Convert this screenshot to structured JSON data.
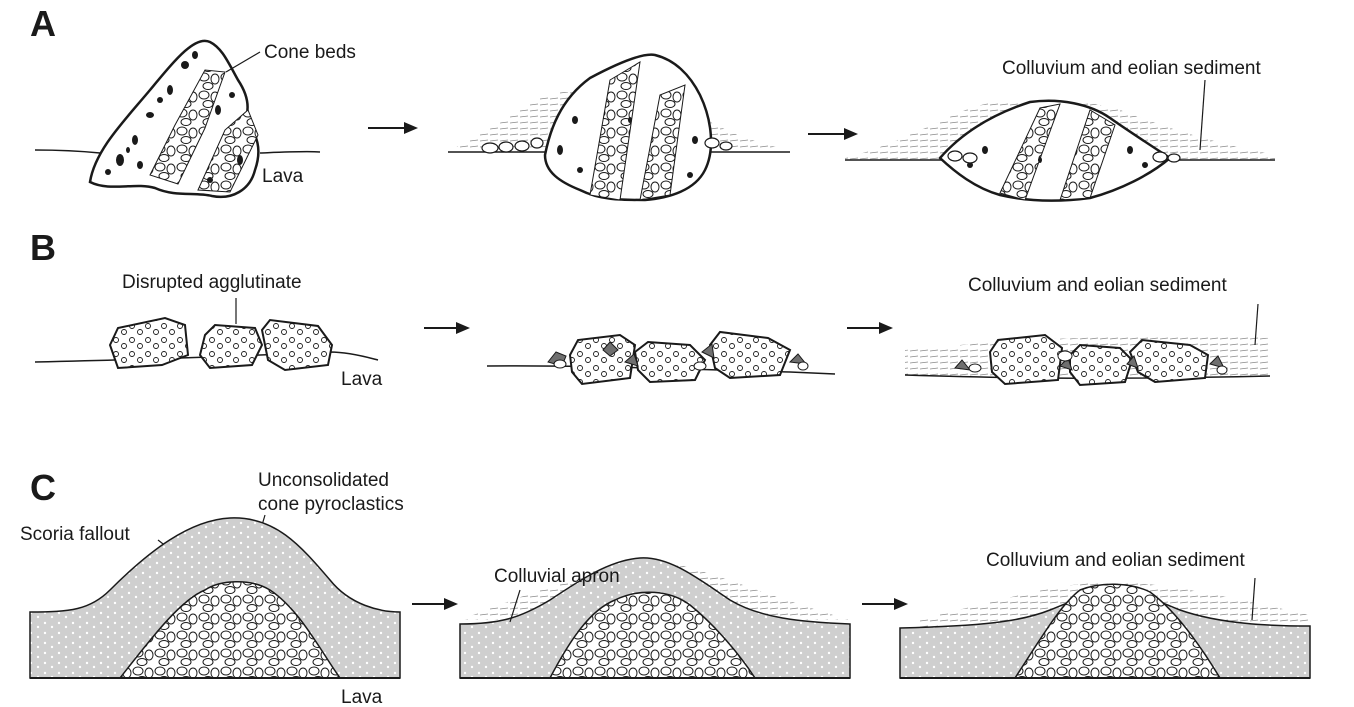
{
  "panels": [
    {
      "letter": "A",
      "labels": {
        "cone_beds": "Cone beds",
        "lava": "Lava",
        "sediment": "Colluvium and eolian sediment"
      }
    },
    {
      "letter": "B",
      "labels": {
        "agglutinate": "Disrupted agglutinate",
        "lava": "Lava",
        "sediment": "Colluvium and eolian sediment"
      }
    },
    {
      "letter": "C",
      "labels": {
        "unconsolidated_line1": "Unconsolidated",
        "unconsolidated_line2": "cone pyroclastics",
        "scoria": "Scoria fallout",
        "lava": "Lava",
        "apron": "Colluvial apron",
        "sediment": "Colluvium and eolian sediment"
      }
    }
  ],
  "colors": {
    "ink": "#1a1a1a",
    "scoria_fill": "#cfcfcf",
    "rock_fill": "#ffffff",
    "dark_clast": "#6f6f6f",
    "hatch": "#8a8a8a"
  }
}
